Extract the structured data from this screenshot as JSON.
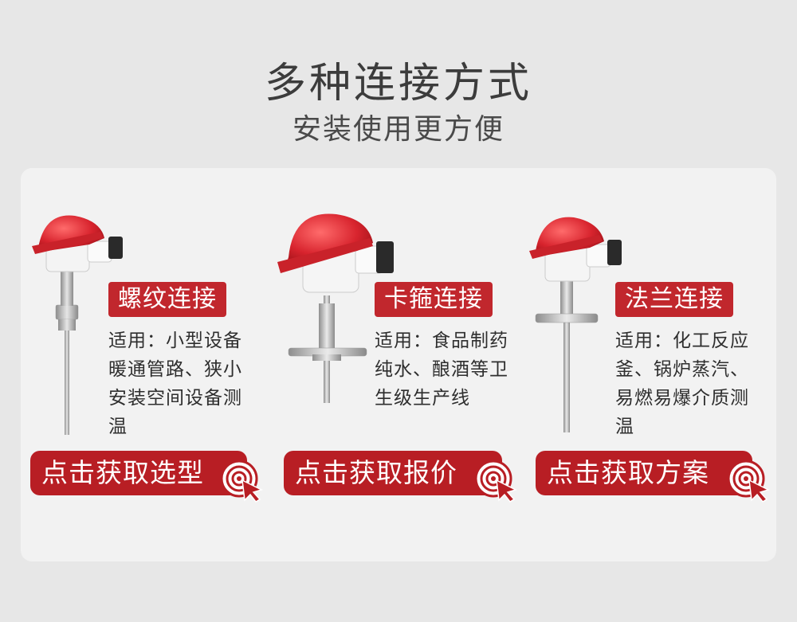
{
  "header": {
    "title": "多种连接方式",
    "subtitle": "安装使用更方便"
  },
  "products": [
    {
      "tag": "螺纹连接",
      "desc": [
        "适用：小型设备",
        "暖通管路、狭小",
        "安装空间设备测",
        "温"
      ],
      "cta": "点击获取选型"
    },
    {
      "tag": "卡箍连接",
      "desc": [
        "适用：食品制药",
        "纯水、酿酒等卫",
        "生级生产线"
      ],
      "cta": "点击获取报价"
    },
    {
      "tag": "法兰连接",
      "desc": [
        "适用：化工反应",
        "釜、锅炉蒸汽、",
        "易燃易爆介质测",
        "温"
      ],
      "cta": "点击获取方案"
    }
  ],
  "colors": {
    "accent": "#c1272d",
    "cta": "#b81e24",
    "dome": "#d8242e",
    "panel": "#f2f2f2",
    "bg": "#e7e7e7"
  },
  "icons": [
    "target-cursor-icon"
  ]
}
